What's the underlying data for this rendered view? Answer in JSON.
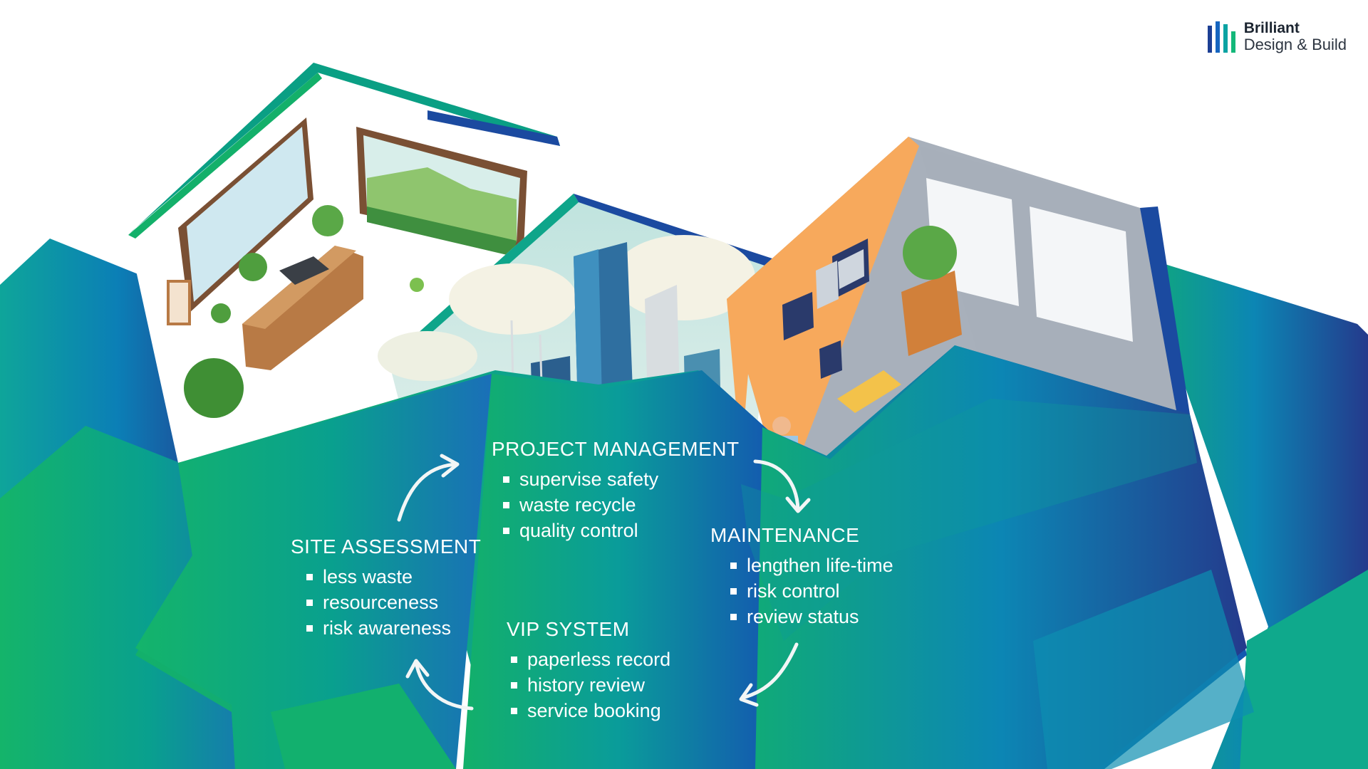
{
  "brand": {
    "name": "Brilliant",
    "tagline": "Design & Build",
    "bar_colors": [
      "#1c3f94",
      "#1565c0",
      "#0aa3a3",
      "#13b87a"
    ]
  },
  "colors": {
    "teal": "#0aa58c",
    "green": "#13b26f",
    "blue": "#1a4ea0",
    "navy": "#243a8c",
    "wall_orange": "#f7a95c",
    "wall_gray": "#a8b0bb",
    "sky": "#cfe9e4"
  },
  "stages": {
    "project": {
      "title": "PROJECT MANAGEMENT",
      "items": [
        "supervise safety",
        "waste recycle",
        "quality control"
      ]
    },
    "site": {
      "title": "SITE ASSESSMENT",
      "items": [
        "less waste",
        "resourceness",
        "risk awareness"
      ]
    },
    "maintenance": {
      "title": "MAINTENANCE",
      "items": [
        "lengthen life-time",
        "risk control",
        "review status"
      ]
    },
    "vip": {
      "title": "VIP SYSTEM",
      "items": [
        "paperless record",
        "history review",
        "service booking"
      ]
    }
  }
}
